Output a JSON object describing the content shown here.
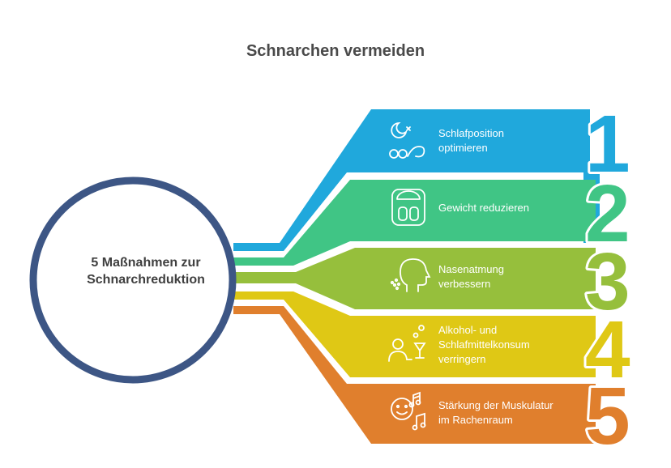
{
  "title": "Schnarchen vermeiden",
  "center": {
    "label_line1": "5 Maßnahmen zur",
    "label_line2": "Schnarchreduktion",
    "ring_color": "#3d5685"
  },
  "steps": [
    {
      "number": "1",
      "line1": "Schlafposition",
      "line2": "optimieren",
      "line3": "",
      "color": "#20a8dc",
      "icon": "sleeping-person-icon"
    },
    {
      "number": "2",
      "line1": "Gewicht reduzieren",
      "line2": "",
      "line3": "",
      "color": "#40c585",
      "icon": "scale-icon"
    },
    {
      "number": "3",
      "line1": "Nasenatmung",
      "line2": "verbessern",
      "line3": "",
      "color": "#96bf3c",
      "icon": "breathing-head-icon"
    },
    {
      "number": "4",
      "line1": "Alkohol- und",
      "line2": "Schlafmittelkonsum",
      "line3": "verringern",
      "color": "#dfc815",
      "icon": "person-drink-icon"
    },
    {
      "number": "5",
      "line1": "Stärkung der Muskulatur",
      "line2": "im Rachenraum",
      "line3": "",
      "color": "#e07f2d",
      "icon": "face-music-icon"
    }
  ]
}
